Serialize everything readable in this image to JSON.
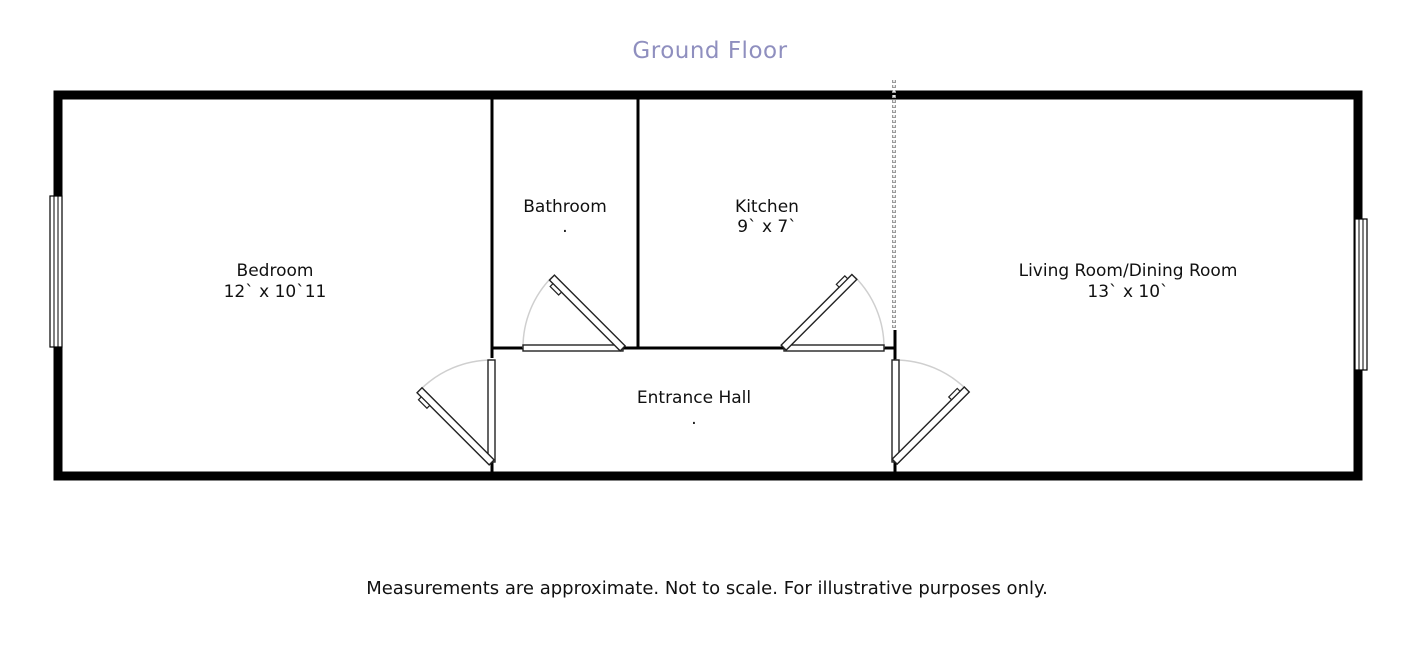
{
  "title": {
    "text": "Ground Floor",
    "color": "#8f8fbf"
  },
  "rooms": {
    "bedroom": {
      "name": "Bedroom",
      "size": "12` x 10`11"
    },
    "bathroom": {
      "name": "Bathroom",
      "size": "."
    },
    "kitchen": {
      "name": "Kitchen",
      "size": "9` x 7`"
    },
    "living": {
      "name": "Living Room/Dining Room",
      "size": "13` x 10`"
    },
    "hall": {
      "name": "Entrance Hall",
      "size": "."
    }
  },
  "footnote": "Measurements are approximate. Not to scale. For illustrative purposes only."
}
